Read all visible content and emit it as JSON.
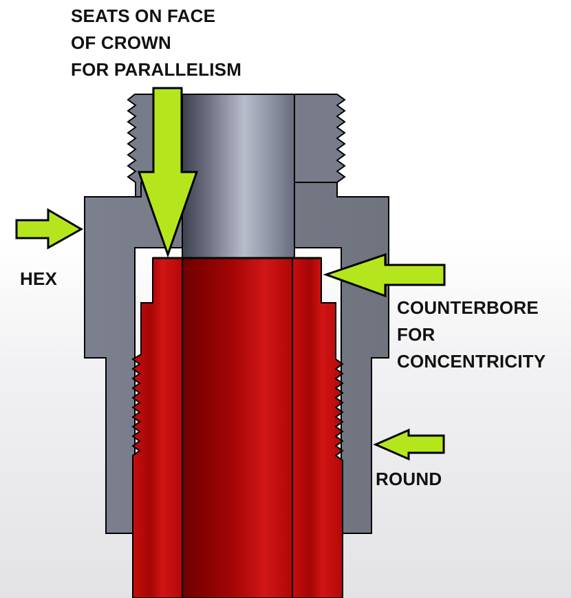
{
  "labels": {
    "seats": [
      "SEATS ON FACE",
      "OF CROWN",
      "FOR PARALLELISM"
    ],
    "hex": "HEX",
    "counterbore": [
      "COUNTERBORE",
      "FOR",
      "CONCENTRICITY"
    ],
    "round": "ROUND"
  },
  "colors": {
    "arrow_fill": "#b5e61d",
    "outline": "#000000",
    "die_gray": "#7b7f8c",
    "bore_light": "#b4b8c8",
    "barrel_red": "#c10a0a",
    "barrel_dark": "#7e0000"
  }
}
